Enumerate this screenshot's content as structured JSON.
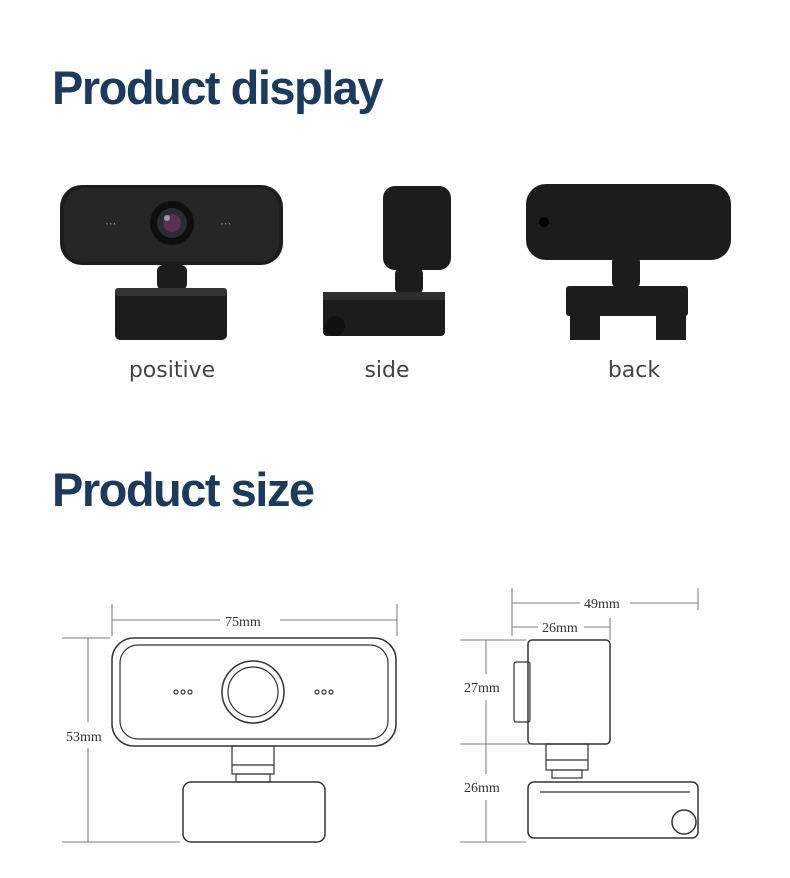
{
  "colors": {
    "heading": "#1b3a5c",
    "camera_body": "#1c1c1c",
    "outline": "#333333"
  },
  "display_section": {
    "title": "Product display",
    "views": [
      {
        "label": "positive"
      },
      {
        "label": "side"
      },
      {
        "label": "back"
      }
    ]
  },
  "size_section": {
    "title": "Product size",
    "dimensions": {
      "front_width": "75mm",
      "front_height": "53mm",
      "side_depth_total": "49mm",
      "side_depth_body": "26mm",
      "side_head_height": "27mm",
      "side_base_height": "26mm"
    }
  }
}
